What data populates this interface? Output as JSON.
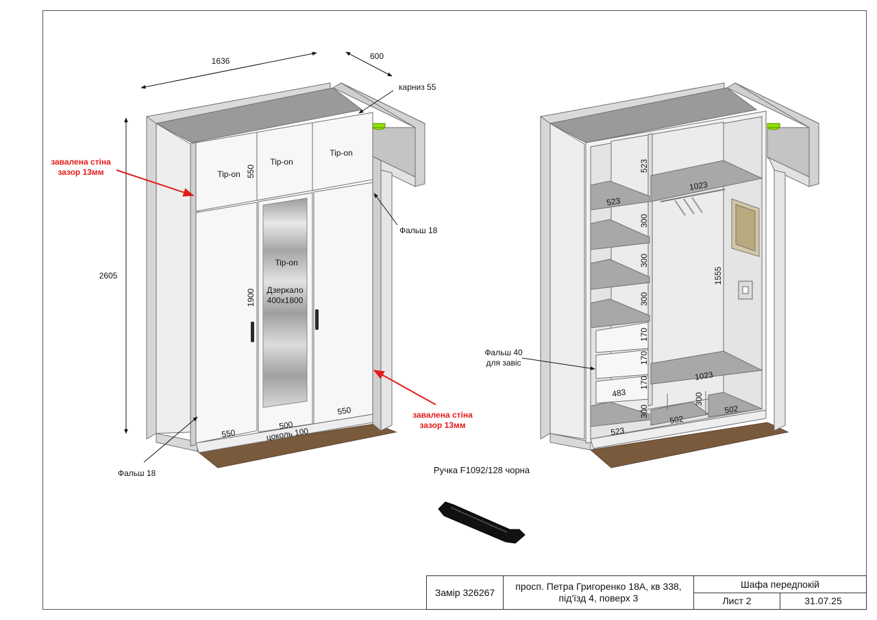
{
  "colors": {
    "panel": "#f7f7f7",
    "panel_edge": "#8a8a8a",
    "top_gray": "#9a9a9a",
    "wall_gray": "#d6d6d6",
    "floor_brown": "#7a5a3c",
    "mirror": "#b4b4b4",
    "warning_red": "#e31b1b",
    "accent_green": "#8fe000"
  },
  "left_view": {
    "dims": {
      "width": "1636",
      "depth": "600",
      "height": "2605",
      "cornice": "карниз 55",
      "mezz_height": "550",
      "door_height": "1900",
      "bottom_left": "550",
      "bottom_mid": "500",
      "bottom_right": "550",
      "plinth": "цоколь 100"
    },
    "labels": {
      "tipon_1": "Tip-on",
      "tipon_2": "Tip-on",
      "tipon_3": "Tip-on",
      "tipon_mirror": "Tip-on",
      "mirror_line1": "Дзеркало",
      "mirror_line2": "400x1800",
      "falsh_right": "Фальш 18",
      "falsh_left": "Фальш 18",
      "wall_note_top_1": "завалена стіна",
      "wall_note_top_2": "зазор 13мм",
      "wall_note_bot_1": "завалена стіна",
      "wall_note_bot_2": "зазор 13мм"
    }
  },
  "right_view": {
    "dims": {
      "shelf_col_top": "523",
      "hang_width": "1023",
      "shelf_1": "523",
      "gap_1": "300",
      "gap_2": "300",
      "gap_3": "300",
      "hang_height": "1555",
      "drawer_1": "170",
      "drawer_2": "170",
      "drawer_3": "170",
      "drawer_width": "483",
      "bottom_width": "1023",
      "bottom_gap_mid": "300",
      "bottom_gap_left": "300",
      "bottom_left": "523",
      "bottom_mid": "502",
      "bottom_right": "502"
    },
    "labels": {
      "falsh_40_line1": "Фальш 40",
      "falsh_40_line2": "для завіс"
    }
  },
  "handle": {
    "label": "Ручка F1092/128 чорна"
  },
  "title_block": {
    "order": "Замір 326267",
    "address_line1": "просп. Петра Григоренко 18А, кв 338,",
    "address_line2": "під'їзд 4, поверх 3",
    "title": "Шафа передпокій",
    "sheet": "Лист 2",
    "date": "31.07.25"
  }
}
